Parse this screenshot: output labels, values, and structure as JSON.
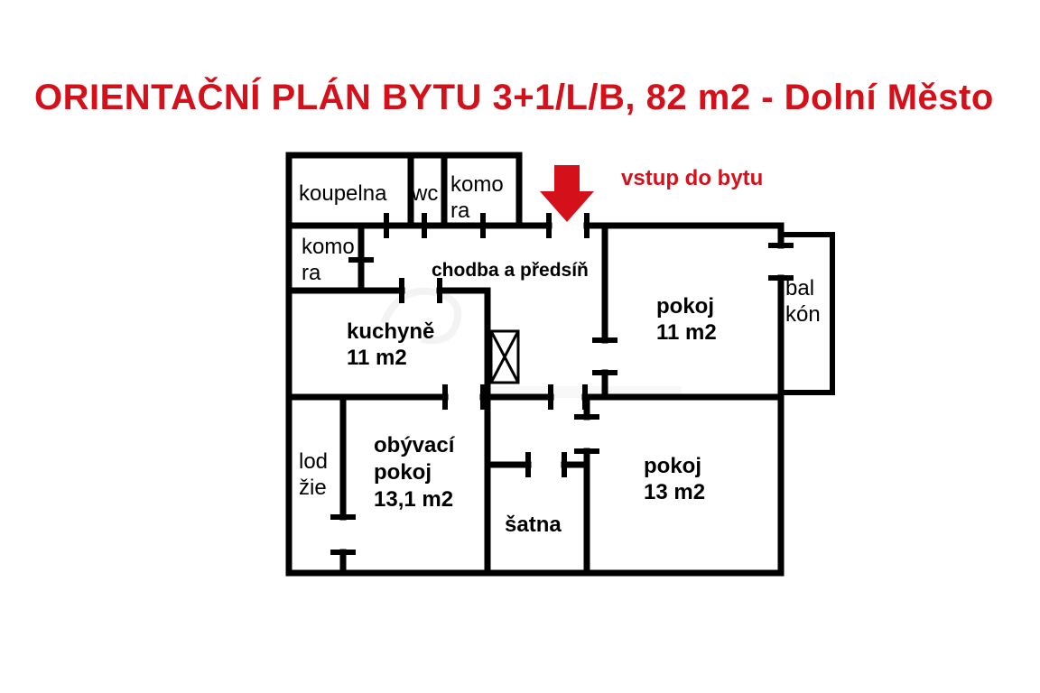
{
  "title": "ORIENTAČNÍ PLÁN BYTU 3+1/L/B, 82 m2 - Dolní Město",
  "colors": {
    "accent": "#d4111b",
    "wall": "#000000",
    "background": "#ffffff"
  },
  "entry": {
    "label": "vstup do bytu"
  },
  "rooms": {
    "koupelna": {
      "label": "koupelna"
    },
    "wc": {
      "label": "wc"
    },
    "komora_top": {
      "label_line1": "komo",
      "label_line2": "ra"
    },
    "komora_left": {
      "label_line1": "komo",
      "label_line2": "ra"
    },
    "chodba": {
      "label": "chodba a předsíň"
    },
    "kuchyne": {
      "label": "kuchyně",
      "area": "11 m2"
    },
    "pokoj_11": {
      "label": "pokoj",
      "area": "11 m2"
    },
    "balkon": {
      "label_line1": "bal",
      "label_line2": "kón"
    },
    "lodzie": {
      "label_line1": "lod",
      "label_line2": "žie"
    },
    "obyvaci_pokoj": {
      "label_line1": "obývací",
      "label_line2": "pokoj",
      "area": "13,1 m2"
    },
    "satna": {
      "label": "šatna"
    },
    "pokoj_13": {
      "label": "pokoj",
      "area": "13 m2"
    }
  }
}
